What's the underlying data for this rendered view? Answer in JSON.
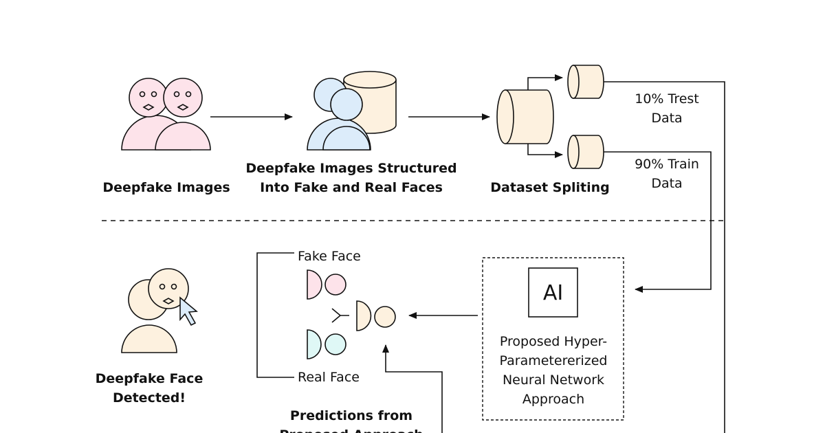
{
  "labels": {
    "deepfake_images": "Deepfake Images",
    "structured_line1": "Deepfake Images Structured",
    "structured_line2": "Into Fake and Real Faces",
    "dataset_split": "Dataset Spliting",
    "test_line1": "10% Trest",
    "test_line2": "Data",
    "train_line1": "90% Train",
    "train_line2": "Data",
    "fake_face": "Fake Face",
    "real_face": "Real Face",
    "ai": "AI",
    "approach_line1": "Proposed Hyper-",
    "approach_line2": "Parametererized",
    "approach_line3": "Neural Network",
    "approach_line4": "Approach",
    "detected_line1": "Deepfake Face",
    "detected_line2": "Detected!",
    "predictions_line1": "Predictions from",
    "predictions_line2": "Proposed Approach"
  },
  "colors": {
    "pink": "#fde3ea",
    "blue": "#dcecfa",
    "cream": "#fdf1df",
    "mint": "#dff8f6",
    "stroke": "#111111"
  }
}
